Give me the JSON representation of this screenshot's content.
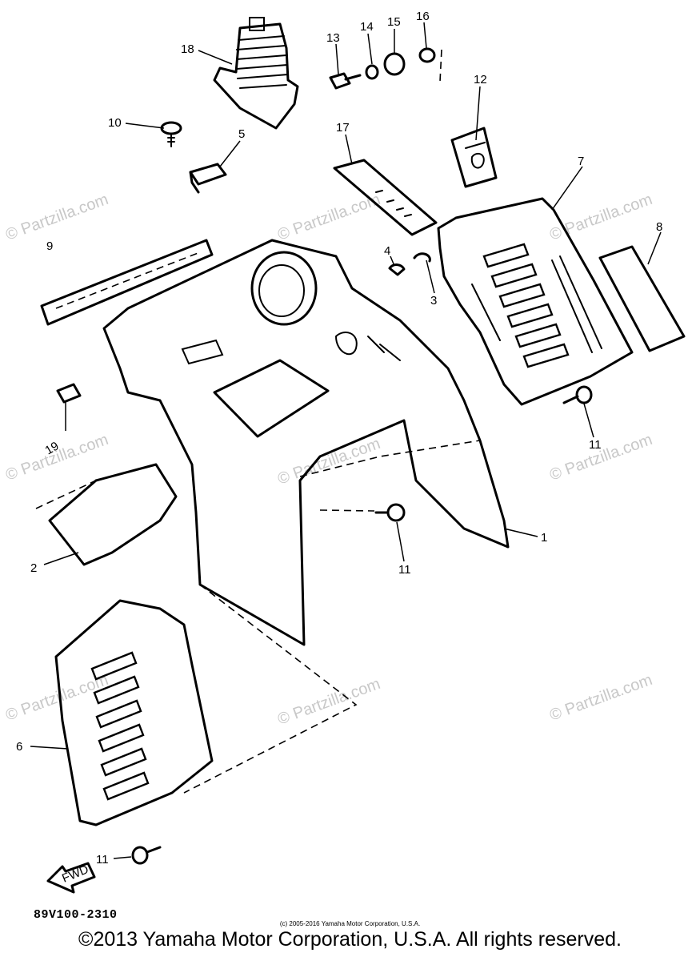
{
  "watermark": "© Partzilla.com",
  "callouts": {
    "c1": "1",
    "c2": "2",
    "c3": "3",
    "c4": "4",
    "c5": "5",
    "c6": "6",
    "c7": "7",
    "c8": "8",
    "c9": "9",
    "c10": "10",
    "c11a": "11",
    "c11b": "11",
    "c11c": "11",
    "c12": "12",
    "c13": "13",
    "c14": "14",
    "c15": "15",
    "c16": "16",
    "c17": "17",
    "c18": "18",
    "c19": "19"
  },
  "fwd_label": "FWD",
  "diagram_code": "89V100-2310",
  "small_copyright": "(c) 2005-2016 Yamaha Motor Corporation, U.S.A.",
  "copyright": "©2013 Yamaha Motor Corporation, U.S.A. All rights reserved."
}
